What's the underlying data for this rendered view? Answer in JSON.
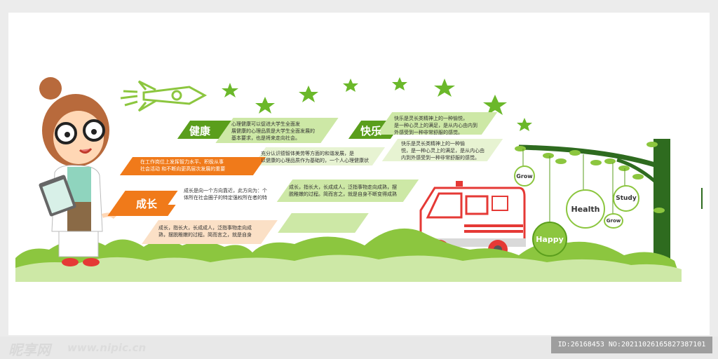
{
  "colors": {
    "green": "#8cc63f",
    "light_green": "#cde8a6",
    "dark_green": "#5a9e1c",
    "orange": "#f07a1a",
    "peach": "#fbe0c6",
    "tree": "#2e6b1f",
    "text": "#333333"
  },
  "sections": {
    "health": {
      "title": "健康",
      "text": "心理健康可以促进大学生全面发\n展健康的心理品质是大学生全面发展的\n基本要求，也是将来走向社会。"
    },
    "joy": {
      "title": "快乐",
      "text1": "快乐是灵长类精神上的一种愉悦，\n是一种心灵上的满足，是从内心由内到\n外感受到一种非常舒服的感觉。",
      "text2": "快乐是灵长类精神上的一种愉\n悦，是一种心灵上的满足，是从内心由\n内到外感受到一种非常舒服的感觉。"
    },
    "center": {
      "text": "充分认识德智体美劳等方面的和谐发展，是\n以健康的心理品质作为基础的，一个人心理健康状"
    },
    "work": {
      "text": "在工作岗位上发挥智力水平、积极从事\n社会活动 和不断向更高层次发展的重要"
    },
    "growth": {
      "title": "成长",
      "text1": "成长是向一个方向靠近，此方向为：个\n体所在社会圈子的特定强权所在者的特",
      "text2": "成长，指长大，长成成人，泛指事物走向成熟，摆\n脱稚嫩的过程。简而言之，就是自身不断变得成熟",
      "text3": "成长，指长大，长成成人，泛指事物走向成\n熟，摆脱稚嫩的过程。简而言之，就是自身"
    }
  },
  "bubbles": {
    "grow1": "Grow",
    "health": "Health",
    "study": "Study",
    "grow2": "Grow",
    "happy": "Happy"
  },
  "watermark": {
    "logo": "昵享网",
    "url": "www.nipic.cn",
    "id_text": "ID:26168453 NO:20211026165827387101"
  }
}
